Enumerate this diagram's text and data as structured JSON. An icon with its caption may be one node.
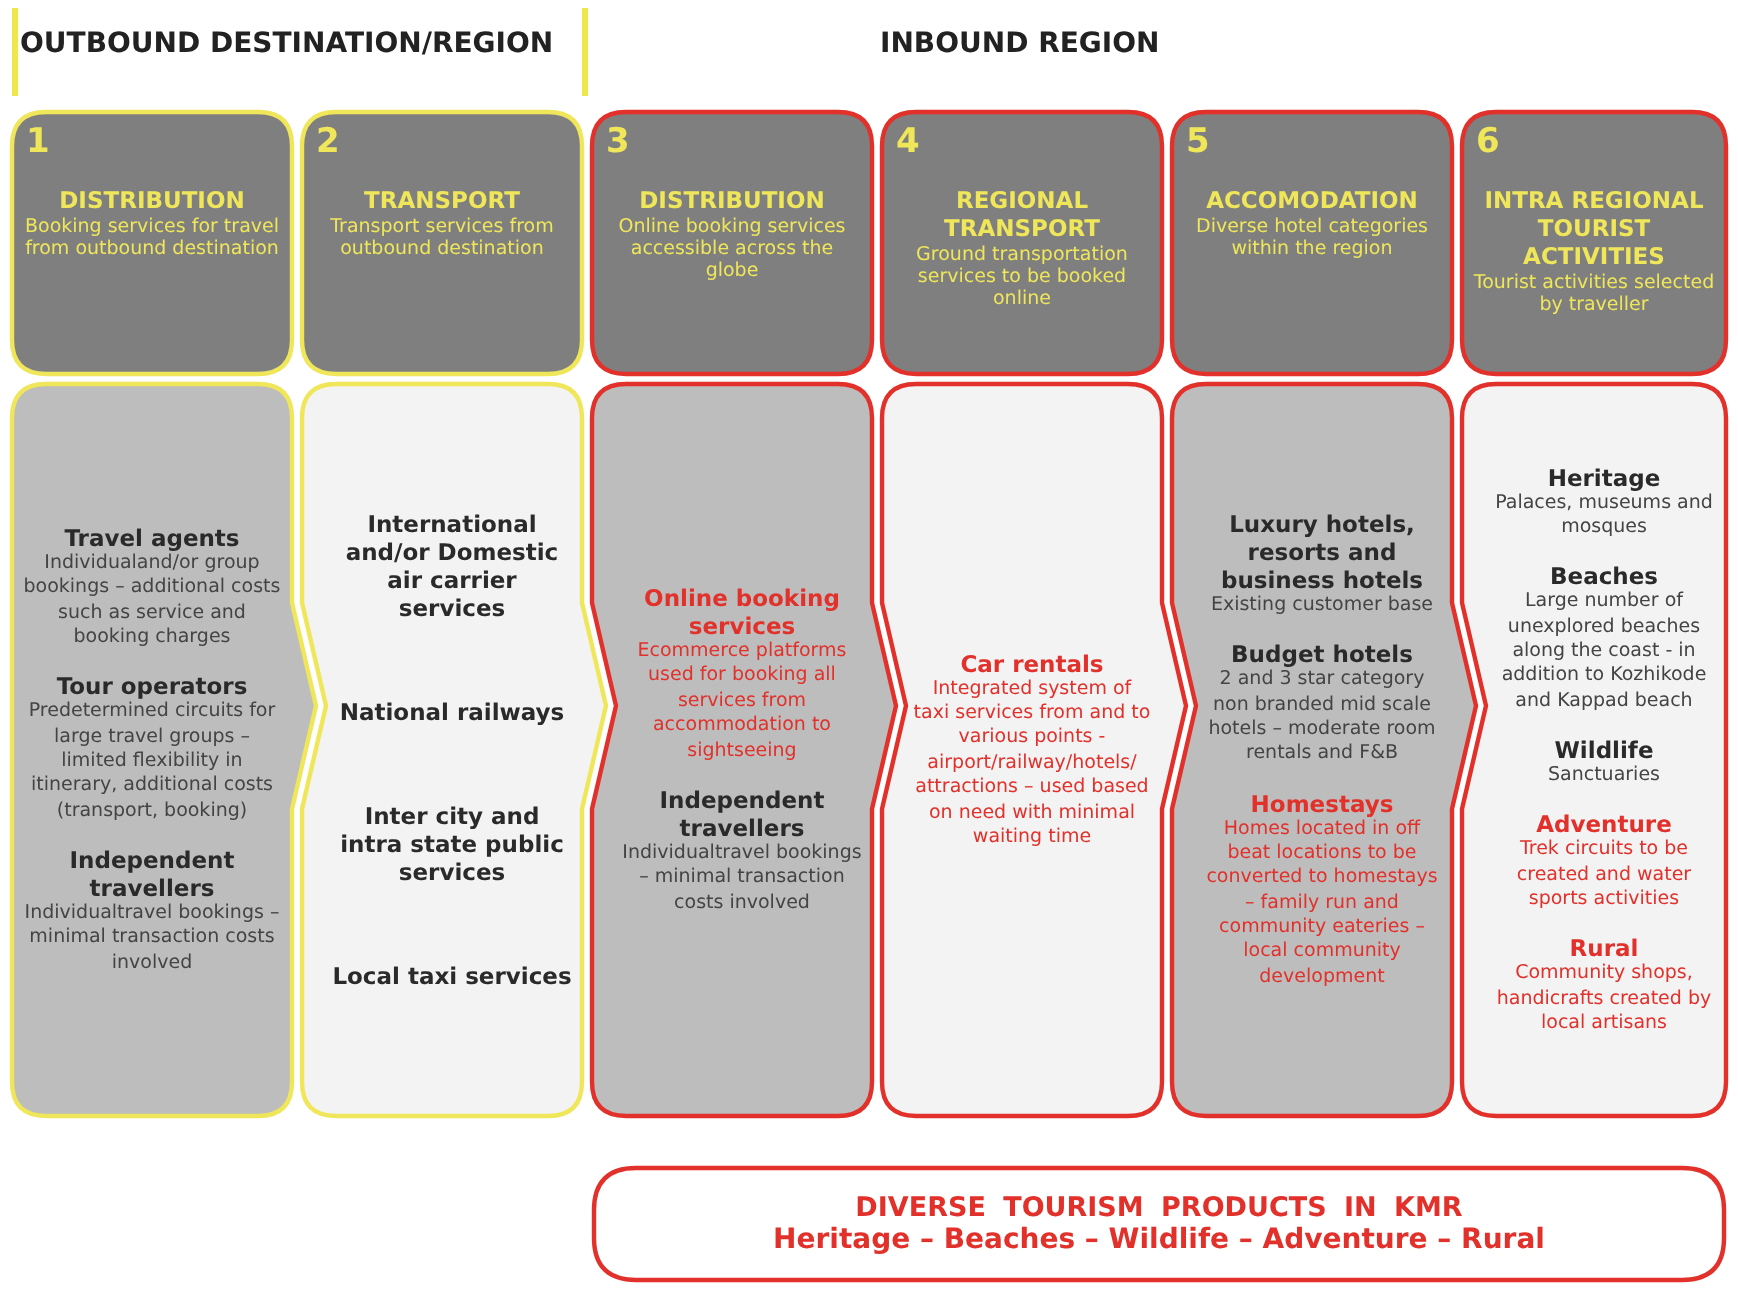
{
  "diagram": {
    "nodes": [
      {
        "text": [
          "1",
          "DISTRIBUTION",
          "Booking services for travel from outbound destination"
        ]
      },
      {
        "text": [
          "2",
          "TRANSPORT",
          "Transport services from outbound destination"
        ]
      },
      {
        "text": [
          "3",
          "DISTRIBUTION",
          "Online booking services accessible across the globe"
        ]
      },
      {
        "text": [
          "4",
          "REGIONAL TRANSPORT",
          "Ground transportation services to be booked online"
        ]
      },
      {
        "text": [
          "5",
          "ACCOMODATION",
          "Diverse hotel categories within the region"
        ]
      },
      {
        "text": [
          "6",
          "INTRA REGIONAL TOURIST ACTIVITIES",
          "Tourist activities selected by traveller"
        ]
      },
      {
        "text": [
          "Travel agents",
          "Individualand/or group bookings – additional costs such as service and booking charges",
          "Tour operators",
          "Predetermined circuits for large travel groups – limited flexibility in itinerary, additional costs (transport, booking)",
          "Independent travellers",
          "Individualtravel bookings – minimal transaction costs involved"
        ]
      },
      {
        "text": [
          "International and/or Domestic air carrier services",
          "National railways",
          "Inter city and intra state public services",
          "Local taxi services"
        ]
      },
      {
        "text": [
          "Online booking services",
          "Ecommerce platforms used for booking all services from accommodation to sightseeing",
          "Independent travellers",
          "Individualtravel bookings – minimal transaction costs involved"
        ]
      },
      {
        "text": [
          "Car rentals",
          "Integrated system of taxi services from and to various points - airport/railway/hotels/ attractions – used based on need with minimal waiting time"
        ]
      },
      {
        "text": [
          "Luxury hotels, resorts and business hotels",
          "Existing customer base",
          "Budget hotels",
          "2 and 3 star category non branded mid scale hotels – moderate room rentals and F&B",
          "Homestays",
          "Homes located in off beat locations to be converted to homestays – family run and community eateries – local community development"
        ]
      },
      {
        "text": [
          "Heritage",
          "Palaces, museums and mosques",
          "Beaches",
          "Large number of unexplored beaches along the coast - in addition to Kozhikode and Kappad beach",
          "Wildlife",
          "Sanctuaries",
          "Adventure",
          "Trek circuits to be created and water sports activities",
          "Rural",
          "Community shops, handicrafts created by local artisans"
        ]
      },
      {
        "text": [
          "DIVERSE TOURISM PRODUCTS IN KMR",
          "Heritage – Beaches – Wildlife – Adventure – Rural"
        ]
      }
    ],
    "labels": [
      "OUTBOUND DESTINATION/REGION",
      "INBOUND REGION"
    ]
  }
}
